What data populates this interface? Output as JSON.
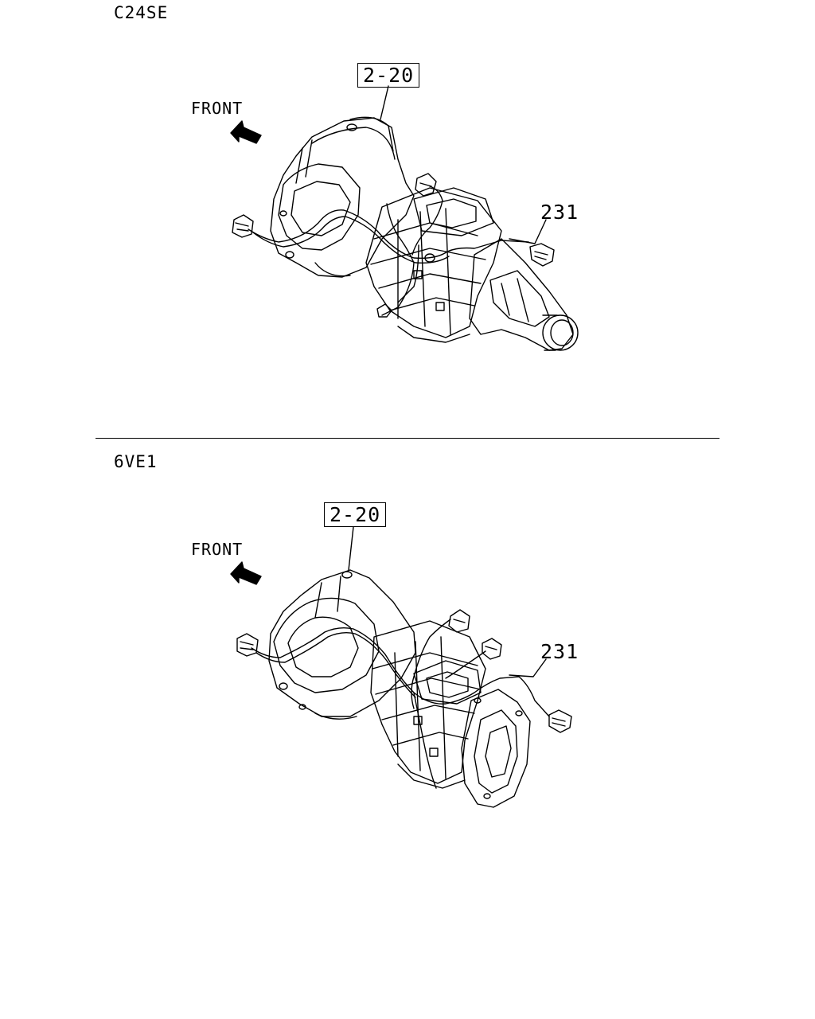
{
  "sections": [
    {
      "engine_code": "C24SE",
      "front_label": "FRONT",
      "ref_box": "2-20",
      "part_number": "231"
    },
    {
      "engine_code": "6VE1",
      "front_label": "FRONT",
      "ref_box": "2-20",
      "part_number": "231"
    }
  ]
}
